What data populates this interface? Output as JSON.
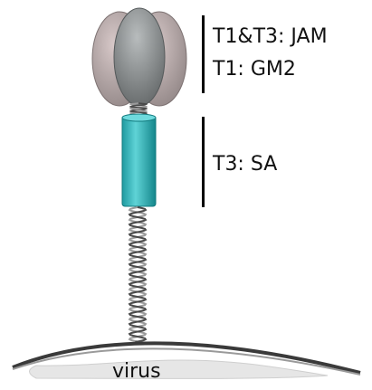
{
  "labels": {
    "head_line1": "T1&T3: JAM",
    "head_line2": "T1: GM2",
    "shaft": "T3: SA",
    "virus": "virus"
  },
  "colors": {
    "head": "#8a8a8a",
    "shaft": "#2fb8bd",
    "spring": "#4a4a4a",
    "virus_surface": "#3a3a3a",
    "bracket": "#000000"
  }
}
